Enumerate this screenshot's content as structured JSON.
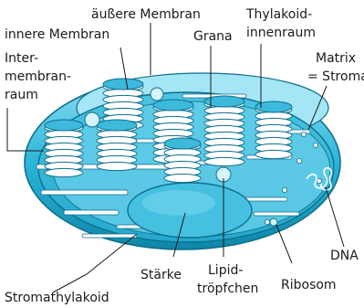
{
  "labels": {
    "aeussere_membran": "äußere Membran",
    "innere_membran": "innere Membran",
    "intermembranraum": [
      "Inter-",
      "membran-",
      "raum"
    ],
    "thylakoidinnenraum": [
      "Thylakoid-",
      "innenraum"
    ],
    "grana": "Grana",
    "matrix_stroma": [
      "Matrix",
      "= Stroma"
    ],
    "dna": "DNA",
    "ribosom": "Ribosom",
    "lipidtroepfchen": [
      "Lipid-",
      "tröpfchen"
    ],
    "staerke": "Stärke",
    "stromathylakoid": "Stromathylakoid"
  },
  "colors": {
    "outer": "#2bb5d8",
    "inner": "#13a3c8",
    "stroma": "#6fd3ec",
    "disc": "#ffffff",
    "disc_edge": "#0e6f8c",
    "starch": "#49c2e2"
  }
}
